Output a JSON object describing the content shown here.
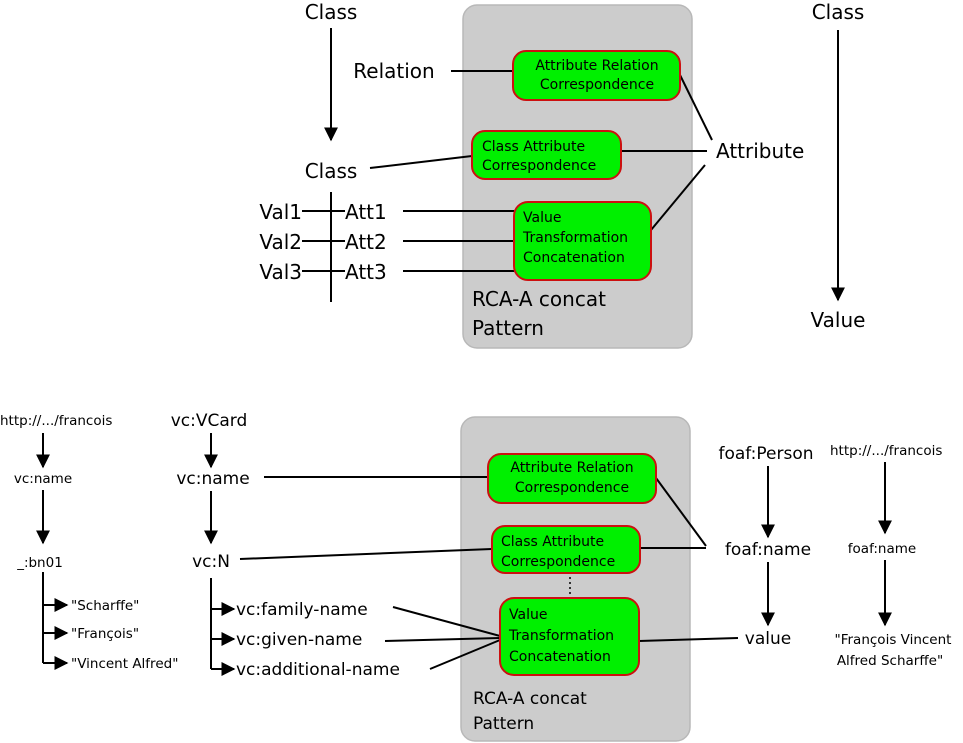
{
  "top": {
    "left_class": "Class",
    "relation": "Relation",
    "mid_class": "Class",
    "vals": [
      "Val1",
      "Val2",
      "Val3"
    ],
    "atts": [
      "Att1",
      "Att2",
      "Att3"
    ],
    "right_class": "Class",
    "attribute": "Attribute",
    "value": "Value",
    "pattern_label": [
      "RCA-A concat",
      "Pattern"
    ],
    "node_arc": [
      "Attribute Relation",
      "Correspondence"
    ],
    "node_cac": [
      "Class Attribute",
      "Correspondence"
    ],
    "node_vtc": [
      "Value",
      "Transformation",
      "Concatenation"
    ]
  },
  "bottom": {
    "src_uri": "http://.../francois",
    "src_name": "vc:name",
    "src_bnode": "_:bn01",
    "src_literals": [
      "\"Scharffe\"",
      "\"François\"",
      "\"Vincent Alfred\""
    ],
    "vcard": "vc:VCard",
    "vc_name": "vc:name",
    "vc_n": "vc:N",
    "vc_props": [
      "vc:family-name",
      "vc:given-name",
      "vc:additional-name"
    ],
    "pattern_label": [
      "RCA-A concat",
      "Pattern"
    ],
    "node_arc": [
      "Attribute Relation",
      "Correspondence"
    ],
    "node_cac": [
      "Class Attribute",
      "Correspondence"
    ],
    "node_vtc": [
      "Value",
      "Transformation",
      "Concatenation"
    ],
    "foaf_person": "foaf:Person",
    "foaf_name": "foaf:name",
    "value": "value",
    "tgt_uri": "http://.../francois",
    "tgt_name": "foaf:name",
    "tgt_literal": [
      "\"François Vincent",
      "Alfred Scharffe\""
    ]
  }
}
